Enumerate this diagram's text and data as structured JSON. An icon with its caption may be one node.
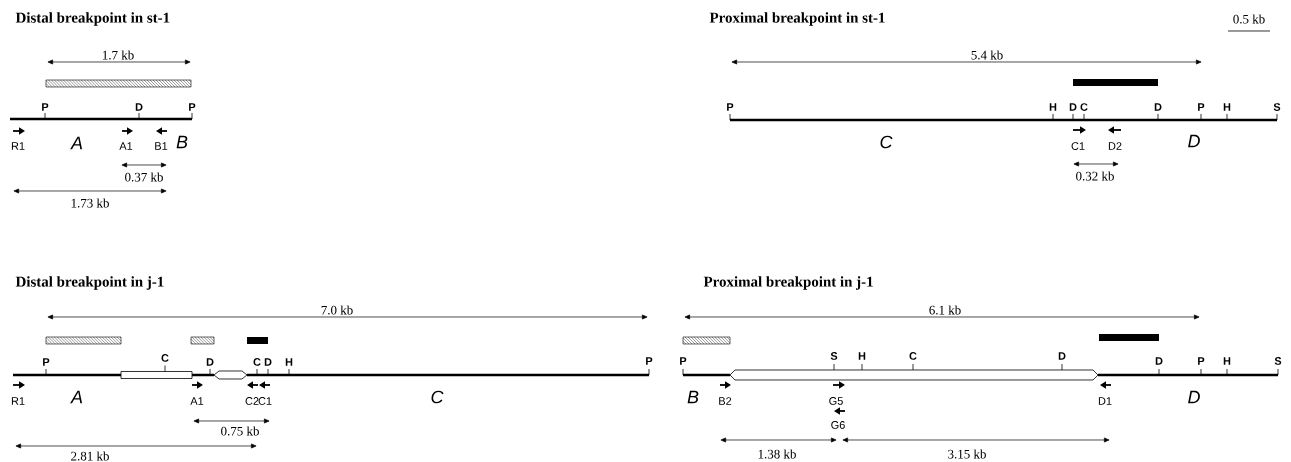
{
  "diagram": {
    "labels": [
      "Distal breakpoint in st-1",
      "1.7 kb",
      "P",
      "D",
      "P",
      "R1",
      "A",
      "A1",
      "B1",
      "B",
      "0.37 kb",
      "1.73 kb",
      "Proximal breakpoint in st-1",
      "0.5 kb",
      "5.4 kb",
      "P",
      "H",
      "D",
      "C",
      "D",
      "P",
      "H",
      "S",
      "C",
      "C1",
      "D2",
      "D",
      "0.32 kb",
      "Distal breakpoint in j-1",
      "7.0 kb",
      "P",
      "C",
      "D",
      "C",
      "D",
      "H",
      "P",
      "R1",
      "A",
      "A1",
      "C2",
      "C1",
      "C",
      "0.75 kb",
      "2.81 kb",
      "Proximal breakpoint in j-1",
      "6.1 kb",
      "P",
      "S",
      "H",
      "C",
      "D",
      "D",
      "P",
      "H",
      "S",
      "B",
      "B2",
      "G5",
      "G6",
      "D1",
      "D",
      "1.38 kb",
      "3.15 kb"
    ]
  }
}
